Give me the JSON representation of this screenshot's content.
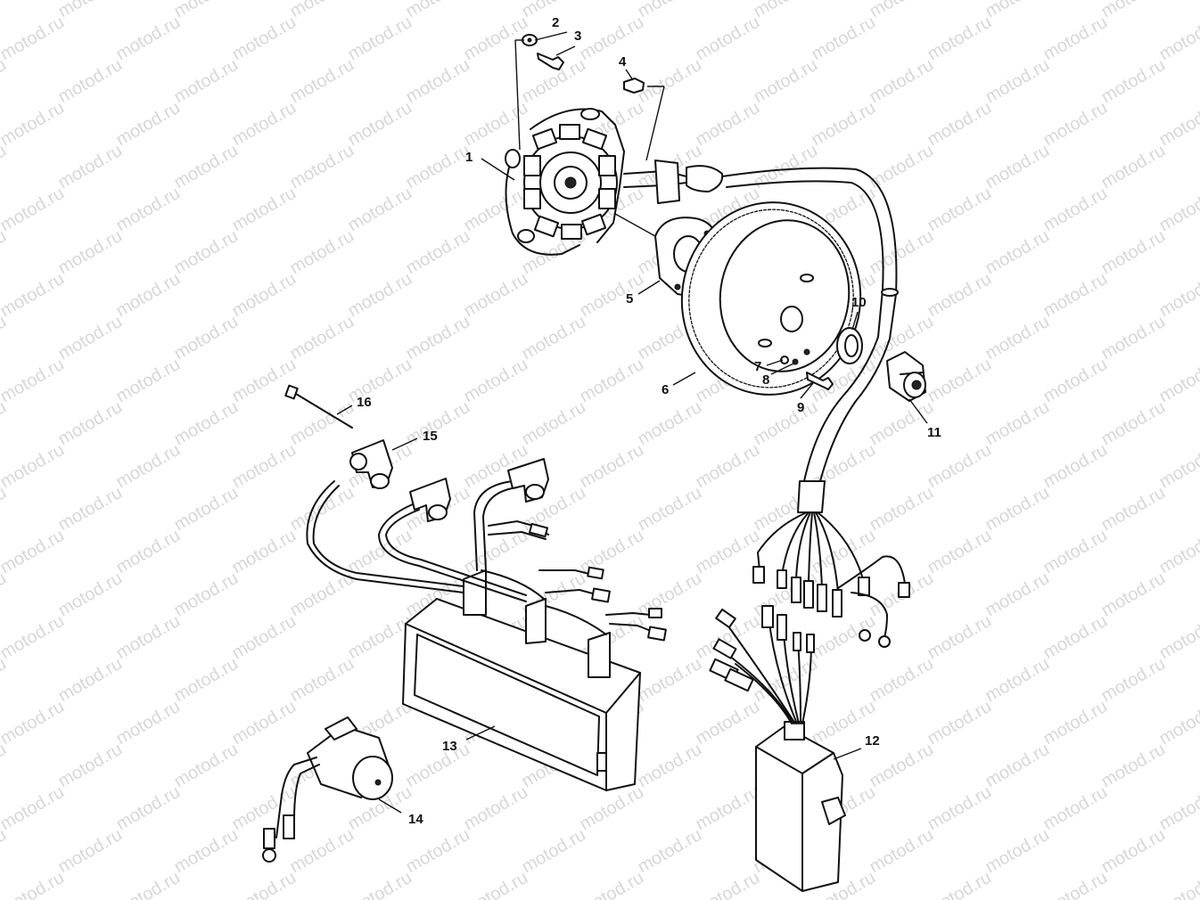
{
  "watermark": {
    "text": "motod.ru"
  },
  "callouts": [
    {
      "id": "1",
      "label": "1"
    },
    {
      "id": "2",
      "label": "2"
    },
    {
      "id": "3",
      "label": "3"
    },
    {
      "id": "4",
      "label": "4"
    },
    {
      "id": "5",
      "label": "5"
    },
    {
      "id": "6",
      "label": "6"
    },
    {
      "id": "7",
      "label": "7"
    },
    {
      "id": "8",
      "label": "8"
    },
    {
      "id": "9",
      "label": "9"
    },
    {
      "id": "10",
      "label": "10"
    },
    {
      "id": "11",
      "label": "11"
    },
    {
      "id": "12",
      "label": "12"
    },
    {
      "id": "13",
      "label": "13"
    },
    {
      "id": "14",
      "label": "14"
    },
    {
      "id": "15",
      "label": "15"
    },
    {
      "id": "16",
      "label": "16"
    }
  ],
  "colors": {
    "line": "#111111",
    "background": "#ffffff",
    "watermark": "#b8b8b8"
  }
}
